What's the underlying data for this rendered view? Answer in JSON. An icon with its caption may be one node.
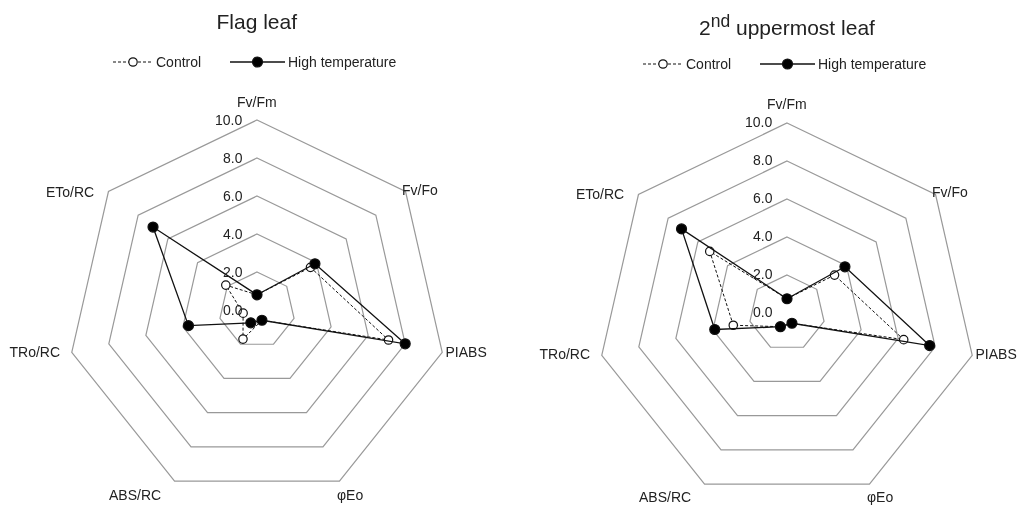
{
  "diagram": {
    "labels": [
      "Flag leaf",
      "Fv/Fm",
      "10.0",
      "8.0",
      "6.0",
      "4.0",
      "2.0",
      "0.0",
      "Fv/Fo",
      "ETo/RC",
      "PIABS",
      "TRo/RC",
      "ABS/RC",
      "φEo",
      "2$^{nd}$ uppermost leaf",
      "Fv/Fm",
      "10.0",
      "8.0",
      "6.0",
      "4.0",
      "2.0",
      "0.0",
      "Fv/Fo",
      "ETo/RC",
      "PIABS",
      "TRo/RC",
      "ABS/RC",
      "φEo"
    ],
    "legend": [
      {
        "text": "Control"
      },
      {
        "text": "High temperature"
      },
      {
        "text": "Control"
      },
      {
        "text": "High temperature"
      }
    ]
  }
}
